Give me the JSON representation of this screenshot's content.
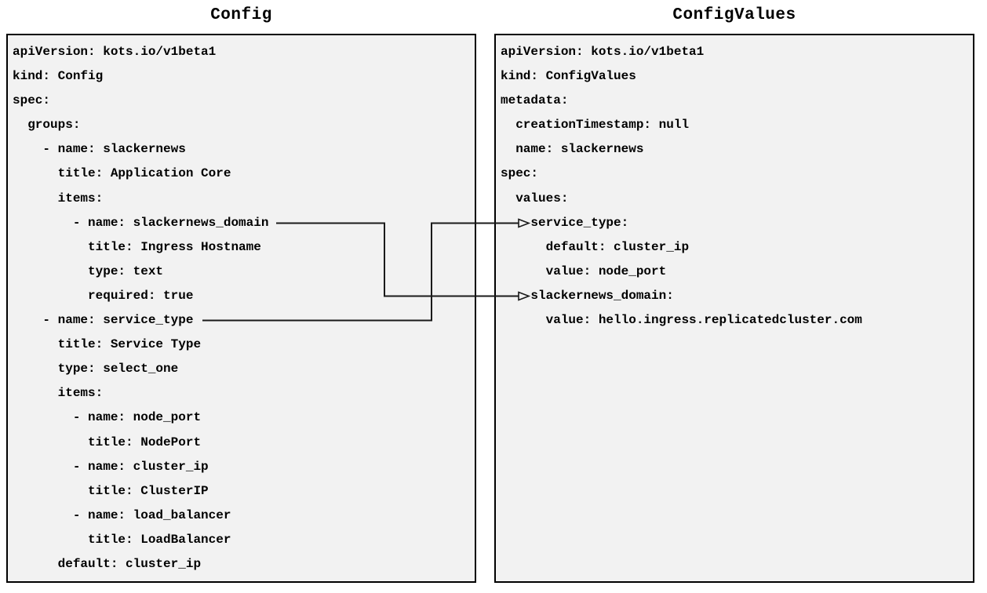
{
  "left_panel": {
    "title": "Config",
    "lines": [
      "apiVersion: kots.io/v1beta1",
      "kind: Config",
      "spec:",
      "  groups:",
      "    - name: slackernews",
      "      title: Application Core",
      "      items:",
      "        - name: slackernews_domain",
      "          title: Ingress Hostname",
      "          type: text",
      "          required: true",
      "    - name: service_type",
      "      title: Service Type",
      "      type: select_one",
      "      items:",
      "        - name: node_port",
      "          title: NodePort",
      "        - name: cluster_ip",
      "          title: ClusterIP",
      "        - name: load_balancer",
      "          title: LoadBalancer",
      "      default: cluster_ip"
    ]
  },
  "right_panel": {
    "title": "ConfigValues",
    "lines": [
      "apiVersion: kots.io/v1beta1",
      "kind: ConfigValues",
      "metadata:",
      "  creationTimestamp: null",
      "  name: slackernews",
      "spec:",
      "  values:",
      "    service_type:",
      "      default: cluster_ip",
      "      value: node_port",
      "    slackernews_domain:",
      "      value: hello.ingress.replicatedcluster.com"
    ]
  },
  "connections": [
    {
      "from": "Config: - name: slackernews_domain",
      "to": "ConfigValues: slackernews_domain:"
    },
    {
      "from": "Config: - name: service_type",
      "to": "ConfigValues: service_type:"
    }
  ],
  "colors": {
    "page_bg": "#ffffff",
    "panel_bg": "#f2f2f2",
    "panel_border": "#000000",
    "text_color": "#000000",
    "connector_color": "#1a1a1a"
  }
}
